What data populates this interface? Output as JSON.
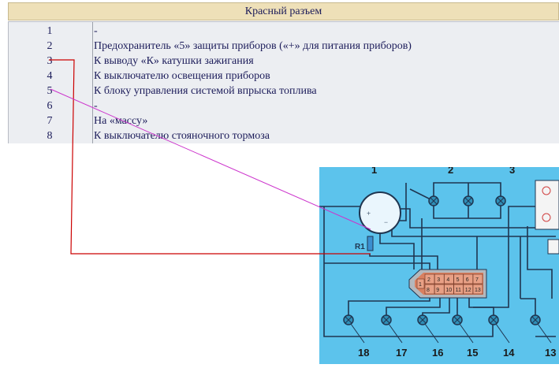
{
  "table": {
    "header": "Красный разъем",
    "rows": [
      {
        "pin": "1",
        "description": "-"
      },
      {
        "pin": "2",
        "description": "Предохранитель «5» защиты приборов («+» для питания приборов)"
      },
      {
        "pin": "3",
        "description": "К выводу «К» катушки зажигания"
      },
      {
        "pin": "4",
        "description": "К выключателю освещения приборов"
      },
      {
        "pin": "5",
        "description": "К блоку управления системой впрыска топлива"
      },
      {
        "pin": "6",
        "description": "-"
      },
      {
        "pin": "7",
        "description": "На «массу»"
      },
      {
        "pin": "8",
        "description": "К выключателю стояночного тормоза"
      }
    ]
  },
  "diagram": {
    "top_labels": [
      "1",
      "2",
      "3"
    ],
    "resistor_label": "R1",
    "connector_pins_top": [
      "2",
      "3",
      "4",
      "5",
      "6",
      "7"
    ],
    "connector_pins_bottom": [
      "8",
      "9",
      "10",
      "11",
      "12",
      "13"
    ],
    "connector_pin_first": "1",
    "bottom_labels": [
      "18",
      "17",
      "16",
      "15",
      "14",
      "13"
    ],
    "plus_sign": "+",
    "minus_sign": "−"
  },
  "colors": {
    "red_line": "#cc0000",
    "magenta_line": "#cc33cc",
    "diagram_bg": "#5cc3ec"
  }
}
